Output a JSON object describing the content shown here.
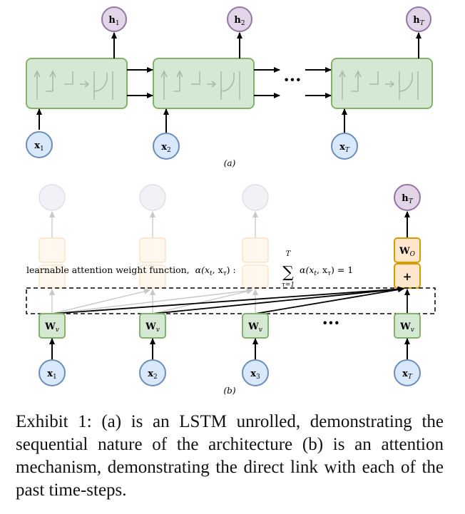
{
  "panel_a": {
    "outputs": [
      {
        "base": "h",
        "sub": "1"
      },
      {
        "base": "h",
        "sub": "2"
      },
      {
        "base": "h",
        "sub": "T"
      }
    ],
    "inputs": [
      {
        "base": "x",
        "sub": "1"
      },
      {
        "base": "x",
        "sub": "2"
      },
      {
        "base": "x",
        "sub": "T"
      }
    ],
    "ellipsis": "···",
    "label": "(a)"
  },
  "panel_b": {
    "output": {
      "base": "h",
      "sub": "T"
    },
    "wo": {
      "base": "W",
      "sub": "O"
    },
    "plus": "+",
    "wv": {
      "base": "W",
      "sub": "v"
    },
    "inputs": [
      {
        "base": "x",
        "sub": "1"
      },
      {
        "base": "x",
        "sub": "2"
      },
      {
        "base": "x",
        "sub": "3"
      },
      {
        "base": "x",
        "sub": "T"
      }
    ],
    "ellipsis": "···",
    "attention_text": "learnable attention  weight function,",
    "formula": {
      "alpha_call": "α(x",
      "t_sub": "t",
      "comma": ", x",
      "tau_sub": "τ",
      "close": ") :",
      "sum": "∑",
      "sum_top": "T",
      "sum_bottom": "τ=1",
      "rhs_call": "α(x",
      "rhs_close": ") = 1"
    },
    "label": "(b)"
  },
  "caption": "Exhibit 1: (a) is an LSTM unrolled, demonstrating the sequential nature of the architecture (b) is an attention mechanism, demonstrating the direct link with each of the past time-steps.",
  "colors": {
    "lstm_fill": "#d5e8d4",
    "lstm_stroke": "#82b366",
    "output_fill": "#e1d5e7",
    "output_stroke": "#9673a6",
    "input_fill": "#dae8fc",
    "input_stroke": "#6c8ebf",
    "wo_fill": "#ffe6cc",
    "wo_stroke": "#d79b00"
  }
}
